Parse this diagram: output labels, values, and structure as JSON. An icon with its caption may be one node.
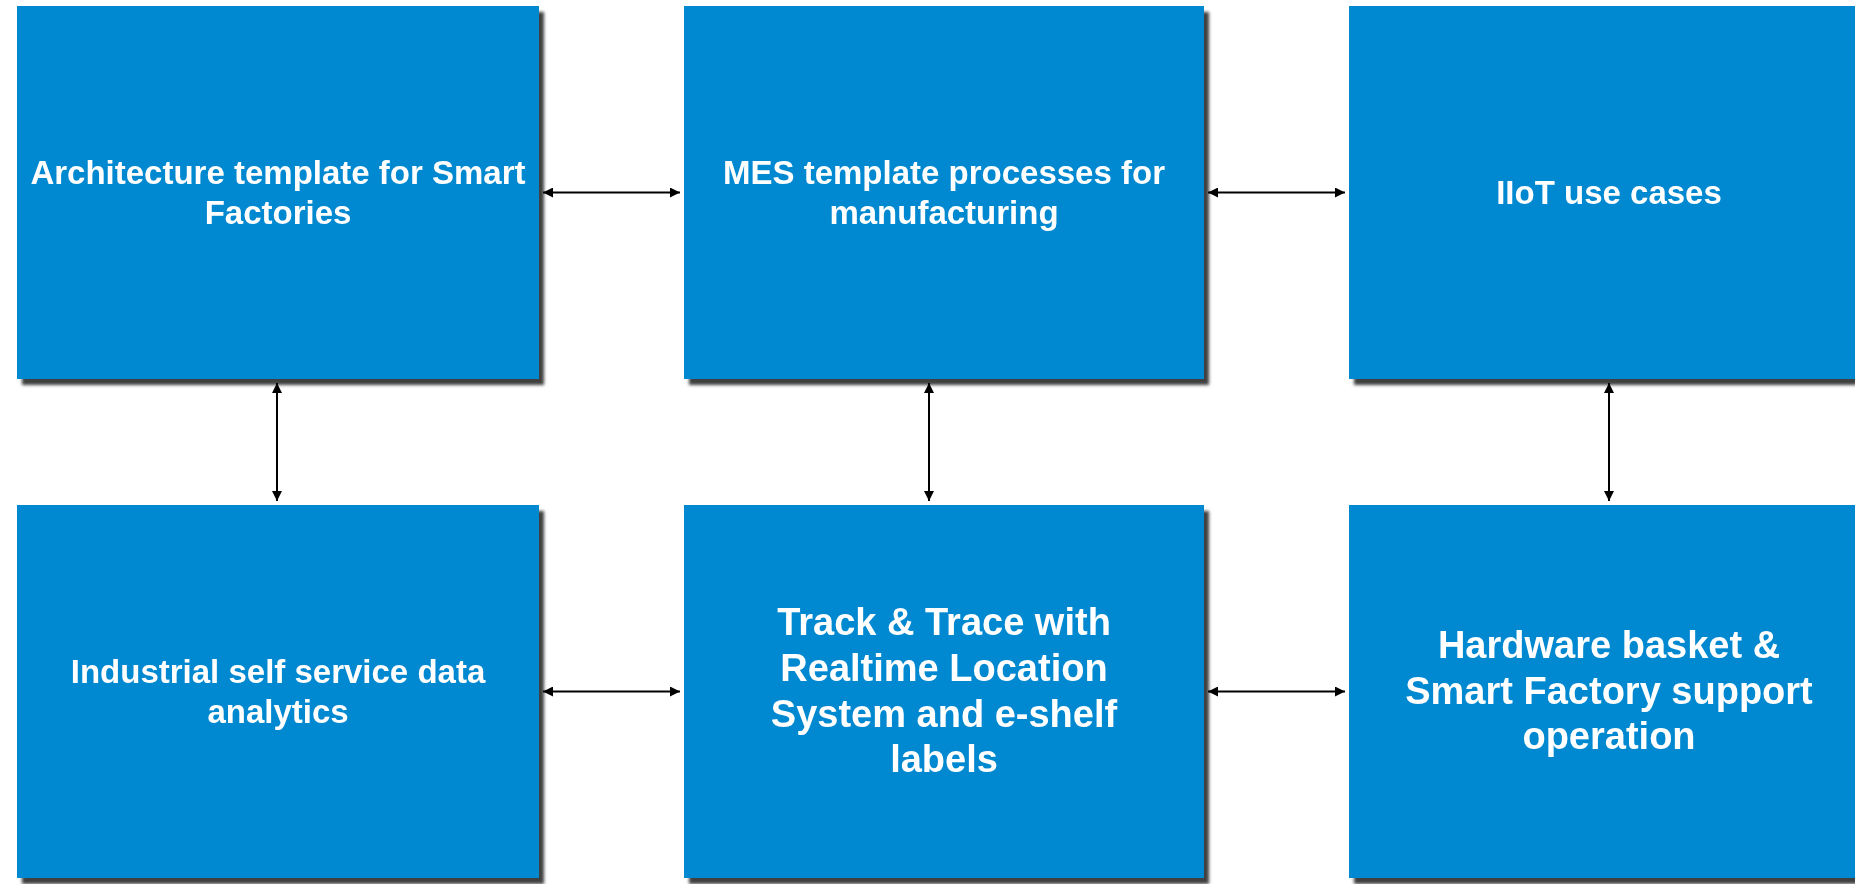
{
  "diagram": {
    "nodes": [
      {
        "text": [
          "Architecture template for Smart Factories"
        ]
      },
      {
        "text": [
          "MES template processes for manufacturing"
        ]
      },
      {
        "text": [
          "IIoT use cases"
        ]
      },
      {
        "text": [
          "Industrial self service data analytics"
        ]
      },
      {
        "text": [
          "Track & Trace with Realtime Location System and e-shelf labels"
        ]
      },
      {
        "text": [
          "Hardware basket & Smart Factory support operation"
        ]
      }
    ],
    "edges": [
      {
        "from": 0,
        "to": 1,
        "arrow": "both"
      },
      {
        "from": 1,
        "to": 2,
        "arrow": "both"
      },
      {
        "from": 0,
        "to": 3,
        "arrow": "both"
      },
      {
        "from": 1,
        "to": 4,
        "arrow": "both"
      },
      {
        "from": 2,
        "to": 5,
        "arrow": "both"
      },
      {
        "from": 3,
        "to": 4,
        "arrow": "both"
      },
      {
        "from": 4,
        "to": 5,
        "arrow": "both"
      }
    ]
  }
}
